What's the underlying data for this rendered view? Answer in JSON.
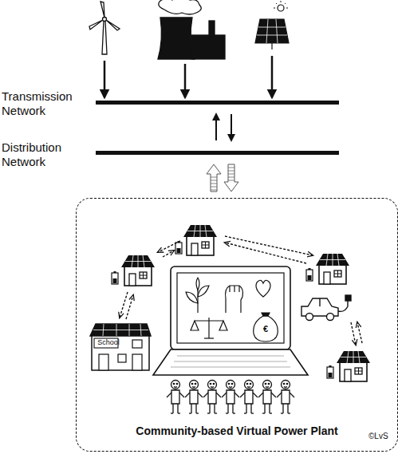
{
  "diagram": {
    "nodes": [
      {
        "text": [
          "Community-based Virtual Power Plant"
        ]
      },
      {
        "text": [
          "School"
        ],
        "in": 0
      }
    ],
    "labels": [
      "Transmission Network",
      "Distribution Network",
      "€",
      "©LvS"
    ]
  }
}
